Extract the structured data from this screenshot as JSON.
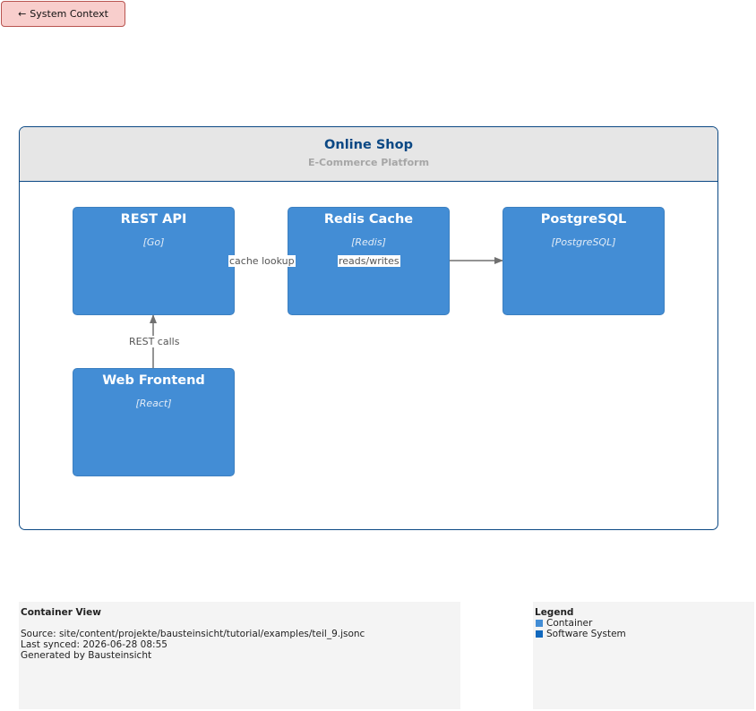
{
  "back_button": {
    "arrow": "←",
    "label": "System Context"
  },
  "boundary": {
    "title": "Online Shop",
    "subtitle": "E-Commerce Platform"
  },
  "containers": [
    {
      "id": "rest-api",
      "name": "REST API",
      "tech": "[Go]"
    },
    {
      "id": "redis-cache",
      "name": "Redis Cache",
      "tech": "[Redis]"
    },
    {
      "id": "postgresql",
      "name": "PostgreSQL",
      "tech": "[PostgreSQL]"
    },
    {
      "id": "web-frontend",
      "name": "Web Frontend",
      "tech": "[React]"
    }
  ],
  "edges": [
    {
      "from": "rest-api",
      "to": "redis-cache",
      "label": "cache lookup"
    },
    {
      "from": "rest-api",
      "to": "postgresql",
      "label": "reads/writes"
    },
    {
      "from": "web-frontend",
      "to": "rest-api",
      "label": "REST calls"
    }
  ],
  "info": {
    "title": "Container View",
    "source": "Source: site/content/projekte/bausteinsicht/tutorial/examples/teil_9.jsonc",
    "synced": "Last synced: 2026-06-28 08:55",
    "generator": "Generated by Bausteinsicht"
  },
  "legend": {
    "title": "Legend",
    "items": [
      {
        "label": "Container",
        "color": "#438dd5"
      },
      {
        "label": "Software System",
        "color": "#1168bd"
      }
    ]
  },
  "colors": {
    "container": "#438dd5",
    "boundary_border": "#0b4884",
    "edge": "#707070",
    "back_button_fill": "#f8cecc"
  }
}
